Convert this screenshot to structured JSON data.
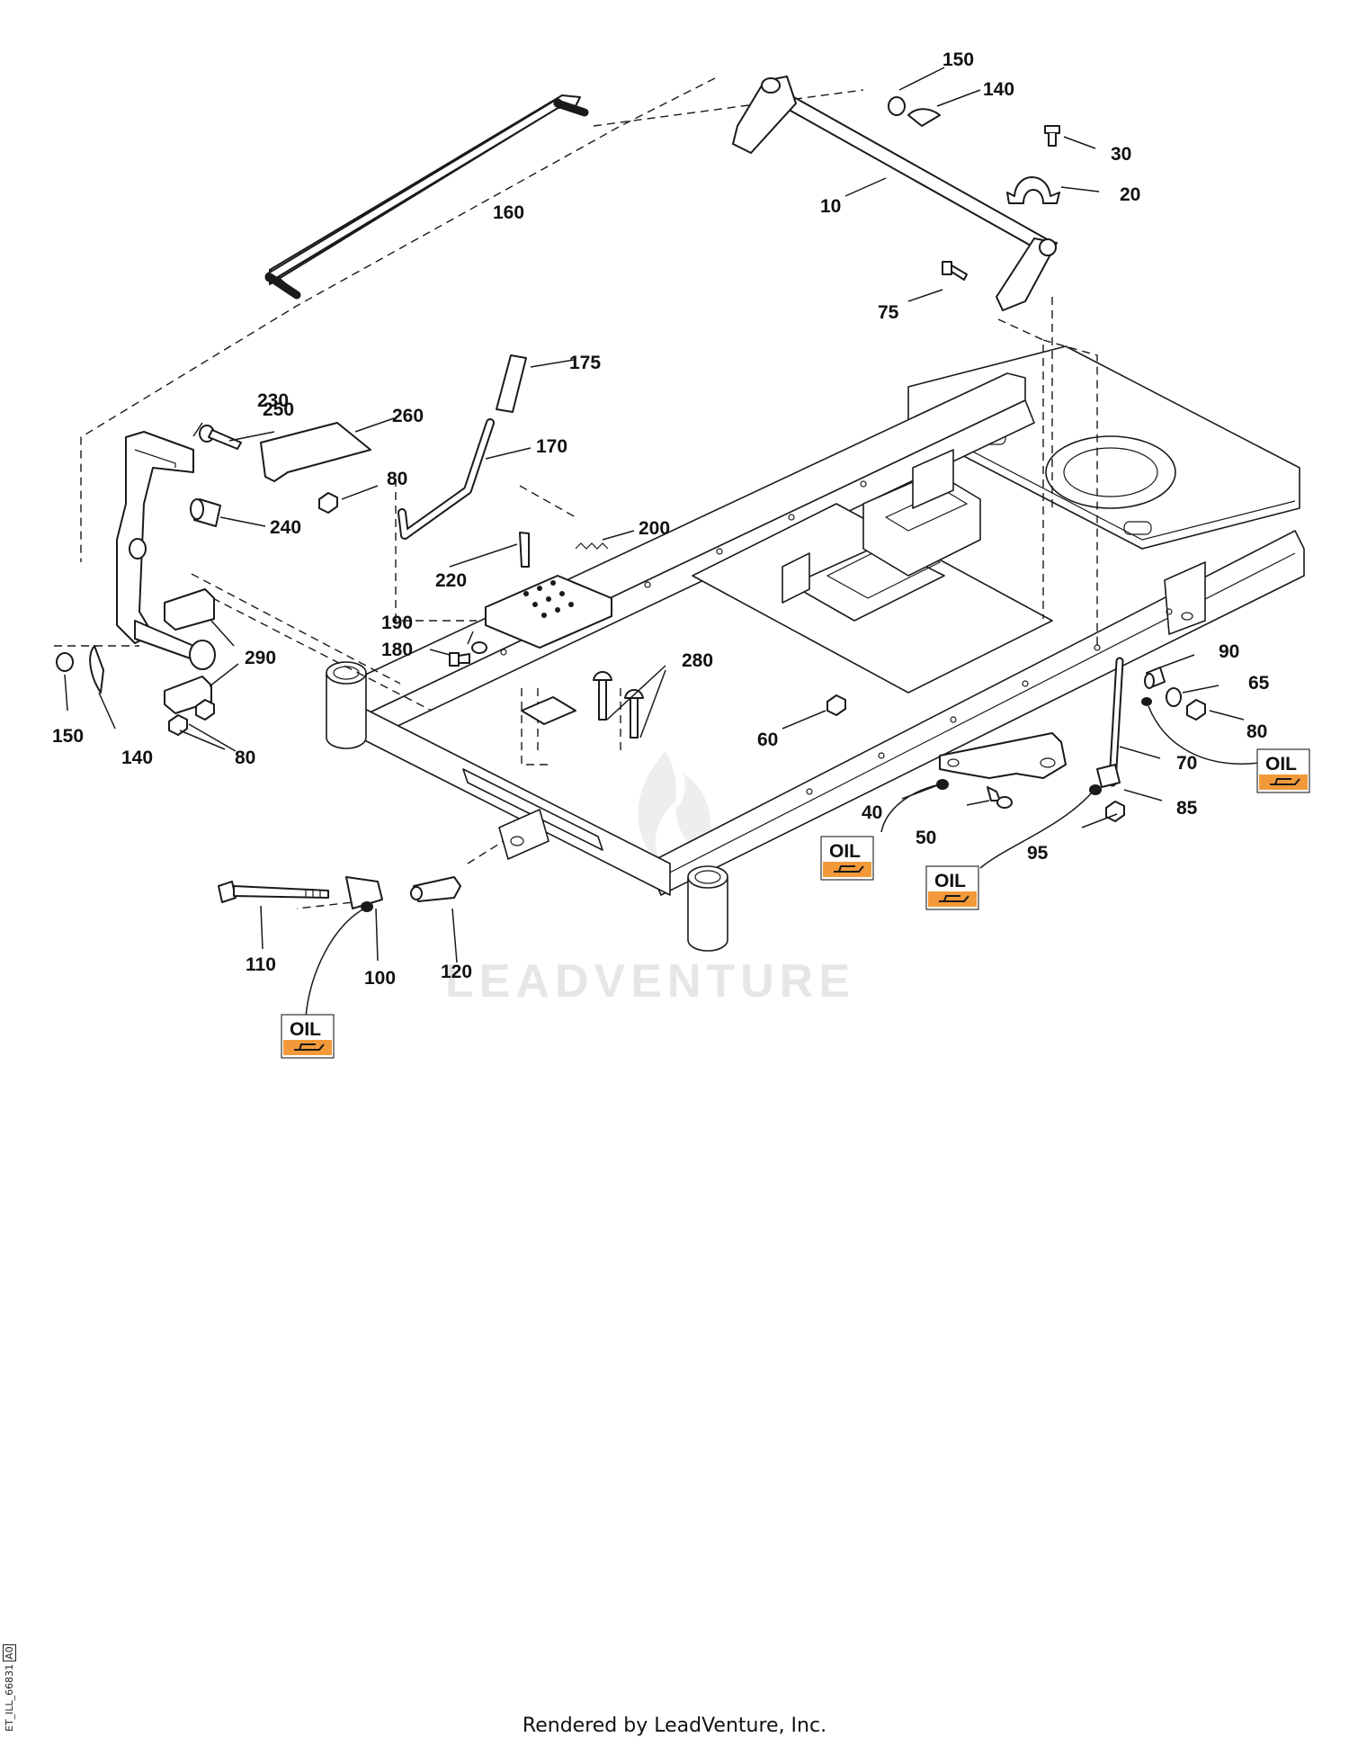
{
  "callouts": [
    {
      "id": "c10",
      "label": "10"
    },
    {
      "id": "c20",
      "label": "20"
    },
    {
      "id": "c30",
      "label": "30"
    },
    {
      "id": "c40",
      "label": "40"
    },
    {
      "id": "c50",
      "label": "50"
    },
    {
      "id": "c60",
      "label": "60"
    },
    {
      "id": "c65",
      "label": "65"
    },
    {
      "id": "c70",
      "label": "70"
    },
    {
      "id": "c75",
      "label": "75"
    },
    {
      "id": "c80",
      "label": "80"
    },
    {
      "id": "c85",
      "label": "85"
    },
    {
      "id": "c90",
      "label": "90"
    },
    {
      "id": "c95",
      "label": "95"
    },
    {
      "id": "c100",
      "label": "100"
    },
    {
      "id": "c110",
      "label": "110"
    },
    {
      "id": "c120",
      "label": "120"
    },
    {
      "id": "c140",
      "label": "140"
    },
    {
      "id": "c150",
      "label": "150"
    },
    {
      "id": "c160",
      "label": "160"
    },
    {
      "id": "c170",
      "label": "170"
    },
    {
      "id": "c175",
      "label": "175"
    },
    {
      "id": "c180",
      "label": "180"
    },
    {
      "id": "c190",
      "label": "190"
    },
    {
      "id": "c200",
      "label": "200"
    },
    {
      "id": "c220",
      "label": "220"
    },
    {
      "id": "c230",
      "label": "230"
    },
    {
      "id": "c240",
      "label": "240"
    },
    {
      "id": "c250",
      "label": "250"
    },
    {
      "id": "c260",
      "label": "260"
    },
    {
      "id": "c280",
      "label": "280"
    },
    {
      "id": "c290",
      "label": "290"
    }
  ],
  "oil_label": "OIL",
  "watermark": "LEADVENTURE",
  "footer": "Rendered by LeadVenture, Inc.",
  "doc_id": "ET_ILL_66831",
  "doc_rev": "A0",
  "colors": {
    "ink": "#1a1a1a",
    "oil_icon": "#f29a3a",
    "watermark": "#e6e6e6"
  }
}
